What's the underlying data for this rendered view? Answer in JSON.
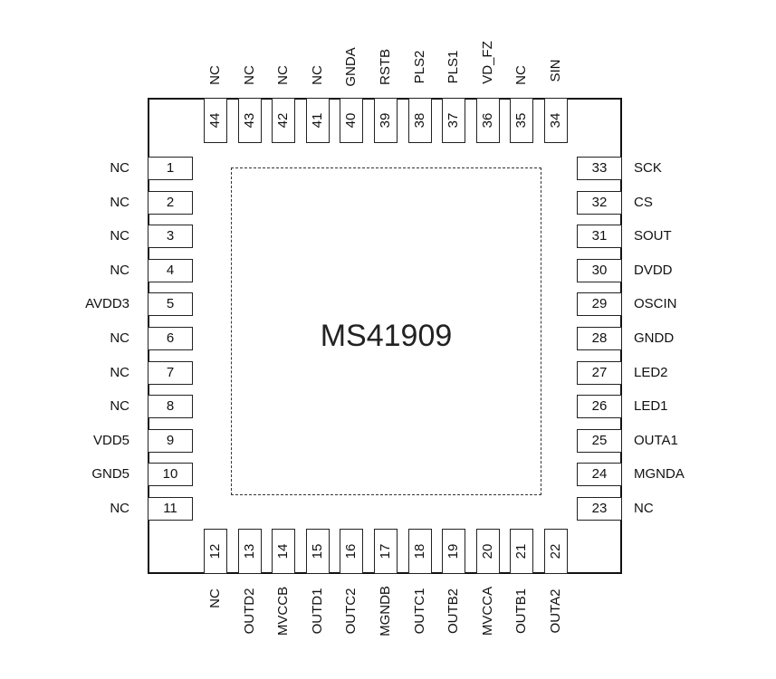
{
  "part_number": "MS41909",
  "pins": {
    "left": [
      {
        "num": "1",
        "name": "NC"
      },
      {
        "num": "2",
        "name": "NC"
      },
      {
        "num": "3",
        "name": "NC"
      },
      {
        "num": "4",
        "name": "NC"
      },
      {
        "num": "5",
        "name": "AVDD3"
      },
      {
        "num": "6",
        "name": "NC"
      },
      {
        "num": "7",
        "name": "NC"
      },
      {
        "num": "8",
        "name": "NC"
      },
      {
        "num": "9",
        "name": "VDD5"
      },
      {
        "num": "10",
        "name": "GND5"
      },
      {
        "num": "11",
        "name": "NC"
      }
    ],
    "bottom": [
      {
        "num": "12",
        "name": "NC"
      },
      {
        "num": "13",
        "name": "OUTD2"
      },
      {
        "num": "14",
        "name": "MVCCB"
      },
      {
        "num": "15",
        "name": "OUTD1"
      },
      {
        "num": "16",
        "name": "OUTC2"
      },
      {
        "num": "17",
        "name": "MGNDB"
      },
      {
        "num": "18",
        "name": "OUTC1"
      },
      {
        "num": "19",
        "name": "OUTB2"
      },
      {
        "num": "20",
        "name": "MVCCA"
      },
      {
        "num": "21",
        "name": "OUTB1"
      },
      {
        "num": "22",
        "name": "OUTA2"
      }
    ],
    "right": [
      {
        "num": "33",
        "name": "SCK"
      },
      {
        "num": "32",
        "name": "CS"
      },
      {
        "num": "31",
        "name": "SOUT"
      },
      {
        "num": "30",
        "name": "DVDD"
      },
      {
        "num": "29",
        "name": "OSCIN"
      },
      {
        "num": "28",
        "name": "GNDD"
      },
      {
        "num": "27",
        "name": "LED2"
      },
      {
        "num": "26",
        "name": "LED1"
      },
      {
        "num": "25",
        "name": "OUTA1"
      },
      {
        "num": "24",
        "name": "MGNDA"
      },
      {
        "num": "23",
        "name": "NC"
      }
    ],
    "top": [
      {
        "num": "44",
        "name": "NC"
      },
      {
        "num": "43",
        "name": "NC"
      },
      {
        "num": "42",
        "name": "NC"
      },
      {
        "num": "41",
        "name": "NC"
      },
      {
        "num": "40",
        "name": "GNDA"
      },
      {
        "num": "39",
        "name": "RSTB"
      },
      {
        "num": "38",
        "name": "PLS2"
      },
      {
        "num": "37",
        "name": "PLS1"
      },
      {
        "num": "36",
        "name": "VD_FZ"
      },
      {
        "num": "35",
        "name": "NC"
      },
      {
        "num": "34",
        "name": "SIN"
      }
    ]
  }
}
